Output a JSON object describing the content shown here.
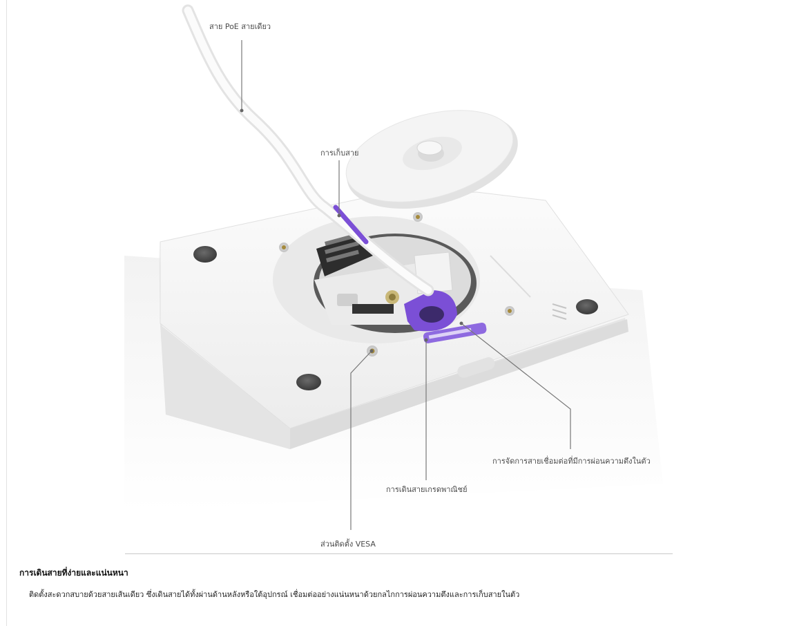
{
  "callouts": {
    "poe_cable": "สาย PoE สายเดียว",
    "cable_storage": "การเก็บสาย",
    "strain_relief": "การจัดการสายเชื่อมต่อที่มีการผ่อนความตึงในตัว",
    "commercial_routing": "การเดินสายเกรดพาณิชย์",
    "vesa_mount": "ส่วนติดตั้ง VESA"
  },
  "section": {
    "heading": "การเดินสายที่ง่ายและแน่นหนา",
    "body": "ติดตั้งสะดวกสบายด้วยสายเส้นเดียว ซึ่งเดินสายได้ทั้งผ่านด้านหลังหรือใต้อุปกรณ์ เชื่อมต่ออย่างแน่นหนาด้วยกลไกการผ่อนความตึงและการเก็บสายในตัว"
  },
  "colors": {
    "accent_purple": "#7b4fd6",
    "device_white": "#f1f1f1"
  },
  "icons": [
    "device-illustration",
    "cable-illustration",
    "mount-disc-illustration"
  ]
}
